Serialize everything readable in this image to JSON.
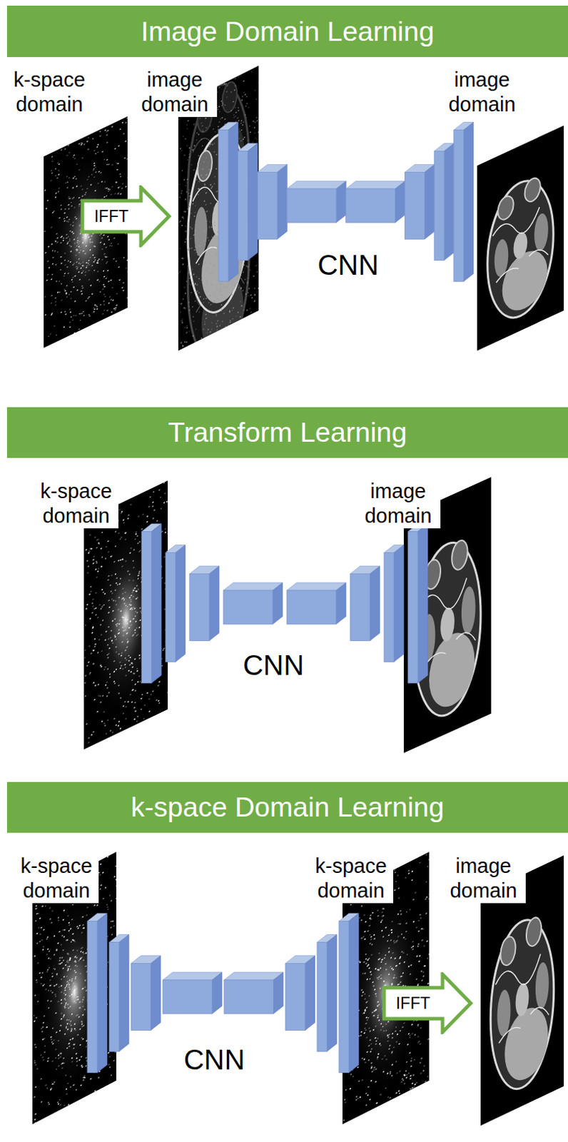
{
  "diagram": {
    "nodes": [
      {
        "text": [
          "Image Domain Learning"
        ]
      },
      {
        "text": [
          "IFFT"
        ]
      },
      {
        "text": [
          "Transform Learning"
        ]
      },
      {
        "text": [
          "k-space Domain Learning"
        ]
      },
      {
        "text": [
          "IFFT"
        ]
      }
    ],
    "labels": [
      "k-space domain",
      "image domain",
      "image domain",
      "CNN",
      "k-space domain",
      "image domain",
      "CNN",
      "k-space domain",
      "k-space domain",
      "image domain",
      "CNN"
    ]
  }
}
